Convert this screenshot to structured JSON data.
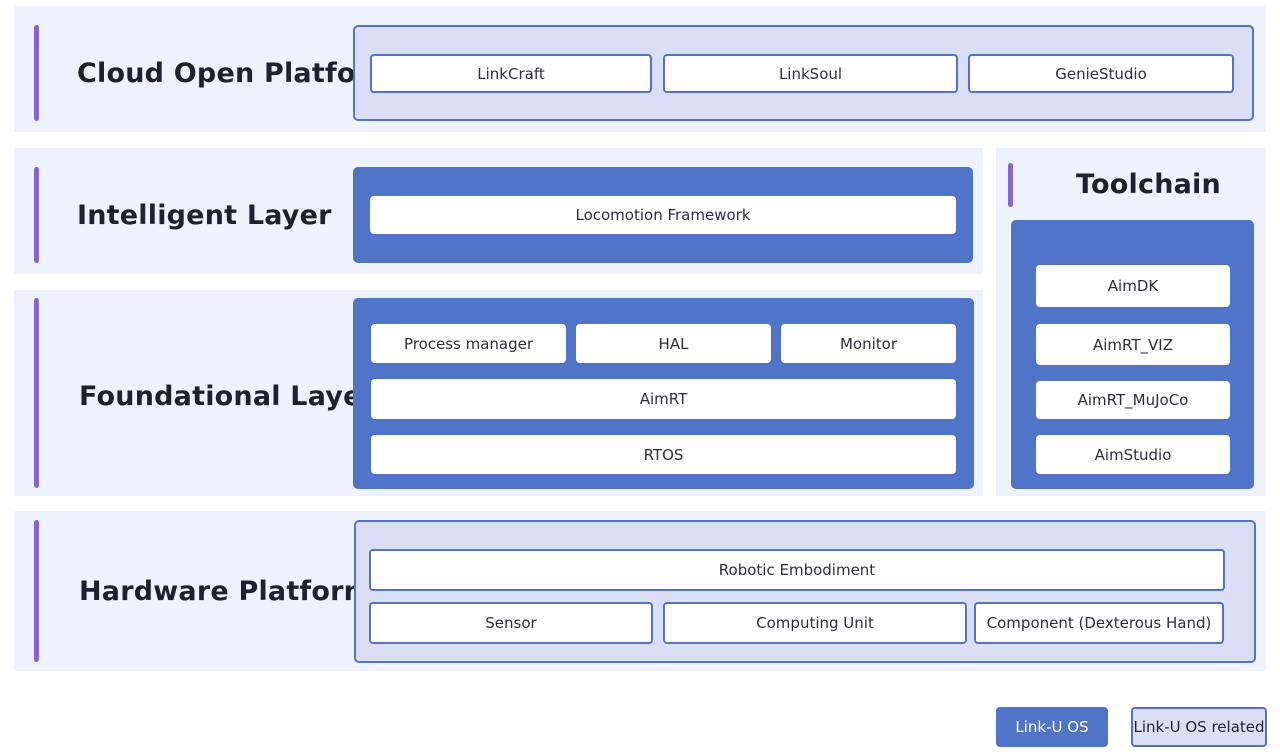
{
  "layers": {
    "cloud": {
      "title": "Cloud Open Platform",
      "items": [
        "LinkCraft",
        "LinkSoul",
        "GenieStudio"
      ]
    },
    "intelligent": {
      "title": "Intelligent Layer",
      "items": [
        "Locomotion Framework"
      ]
    },
    "foundational": {
      "title": "Foundational Layer",
      "items": [
        "Process manager",
        "HAL",
        "Monitor",
        "AimRT",
        "RTOS"
      ]
    },
    "hardware": {
      "title": "Hardware Platform",
      "items": [
        "Robotic Embodiment",
        "Sensor",
        "Computing Unit",
        "Component (Dexterous Hand)"
      ]
    }
  },
  "toolchain": {
    "title": "Toolchain",
    "items": [
      "AimDK",
      "AimRT_VIZ",
      "AimRT_MuJoCo",
      "AimStudio"
    ]
  },
  "legend": {
    "os_label": "Link-U OS",
    "related_label": "Link-U OS related"
  },
  "colors": {
    "os_fill": "#4f74c8",
    "related_fill": "#dadff6",
    "accent_bar": "#8a63d2",
    "band_background": "#eef2fc"
  }
}
